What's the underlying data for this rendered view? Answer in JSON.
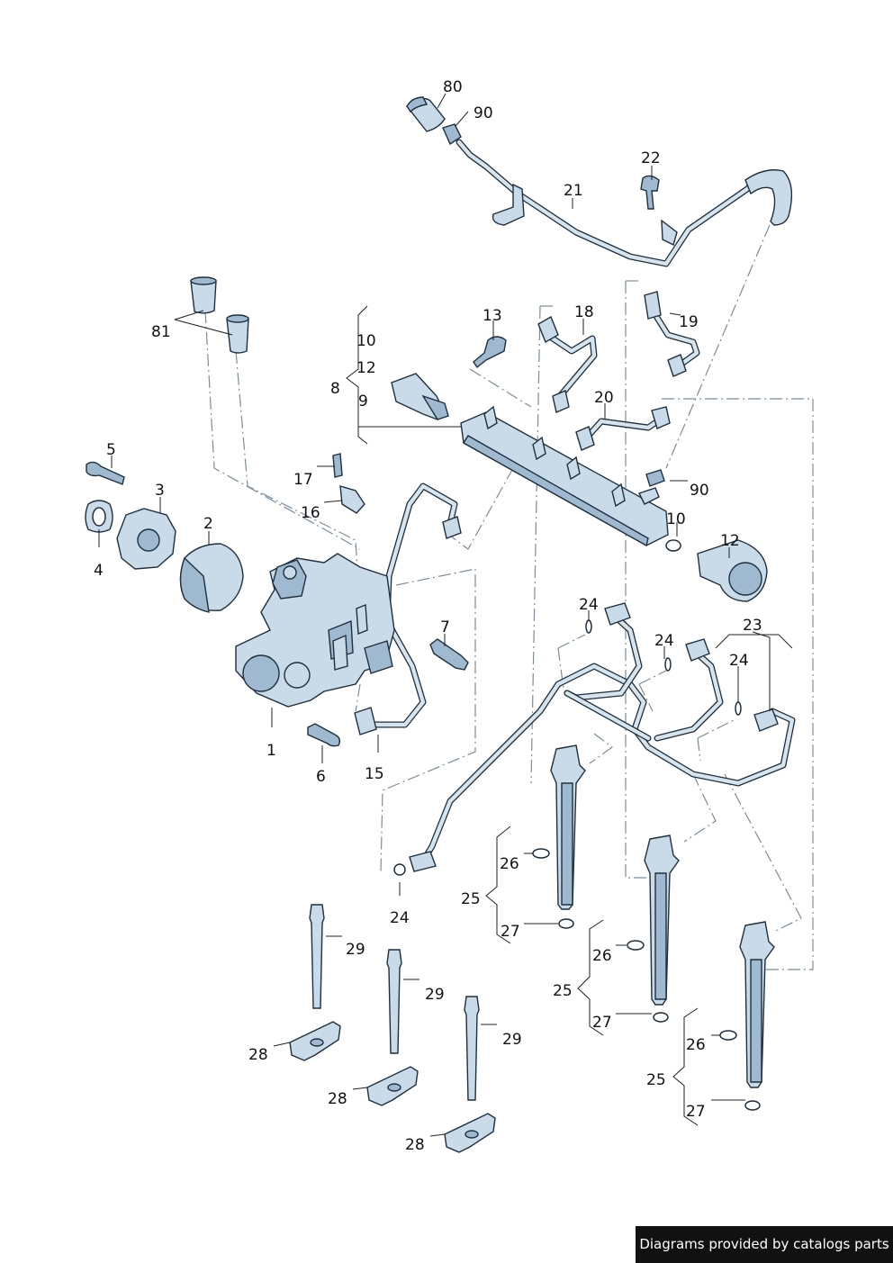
{
  "footer": {
    "text": "Diagrams provided by catalogs parts"
  },
  "colors": {
    "part_fill": "#c9dbe8",
    "part_dark": "#9fbad0",
    "outline": "#1f2f3d",
    "dash": "#7a8d9c",
    "footer_bg": "#111111"
  },
  "labels": {
    "l80": "80",
    "l90a": "90",
    "l21": "21",
    "l22": "22",
    "l81": "81",
    "l13": "13",
    "l18": "18",
    "l19": "19",
    "l10a": "10",
    "l12a": "12",
    "l8": "8",
    "l9": "9",
    "l20": "20",
    "l90b": "90",
    "l10b": "10",
    "l12b": "12",
    "l5": "5",
    "l3": "3",
    "l2": "2",
    "l4": "4",
    "l17": "17",
    "l16": "16",
    "l7": "7",
    "l1": "1",
    "l6": "6",
    "l15": "15",
    "l24a": "24",
    "l24b": "24",
    "l24c": "24",
    "l24d": "24",
    "l23": "23",
    "l26a": "26",
    "l25a": "25",
    "l27a": "27",
    "l26b": "26",
    "l25b": "25",
    "l27b": "27",
    "l26c": "26",
    "l25c": "25",
    "l27c": "27",
    "l29a": "29",
    "l29b": "29",
    "l29c": "29",
    "l28a": "28",
    "l28b": "28",
    "l28c": "28"
  }
}
